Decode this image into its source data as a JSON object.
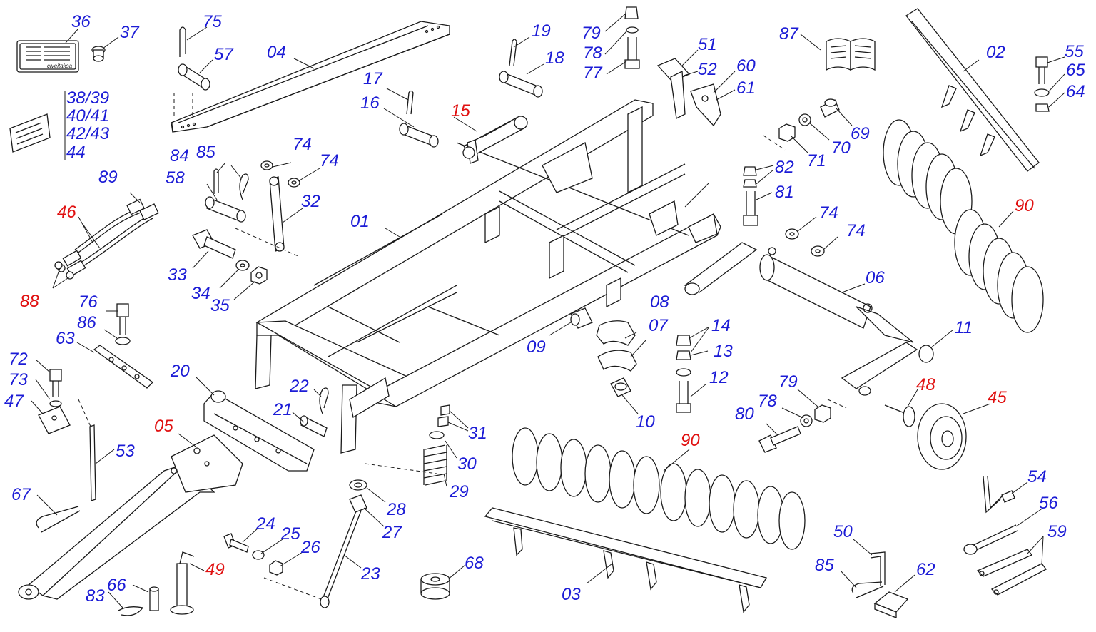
{
  "colors": {
    "blue": "#1c1cd6",
    "red": "#e01010",
    "line": "#1a1a1a"
  },
  "label_plate": {
    "brand": "civeitaksa"
  },
  "stickers": [
    "38/39",
    "40/41",
    "42/43",
    "44"
  ],
  "callouts": [
    {
      "id": "c01",
      "text": "01",
      "color": "blue"
    },
    {
      "id": "c02",
      "text": "02",
      "color": "blue"
    },
    {
      "id": "c03",
      "text": "03",
      "color": "blue"
    },
    {
      "id": "c04",
      "text": "04",
      "color": "blue"
    },
    {
      "id": "c05",
      "text": "05",
      "color": "red"
    },
    {
      "id": "c06",
      "text": "06",
      "color": "blue"
    },
    {
      "id": "c07",
      "text": "07",
      "color": "blue"
    },
    {
      "id": "c08",
      "text": "08",
      "color": "blue"
    },
    {
      "id": "c09",
      "text": "09",
      "color": "blue"
    },
    {
      "id": "c10",
      "text": "10",
      "color": "blue"
    },
    {
      "id": "c11",
      "text": "11",
      "color": "blue"
    },
    {
      "id": "c12",
      "text": "12",
      "color": "blue"
    },
    {
      "id": "c13",
      "text": "13",
      "color": "blue"
    },
    {
      "id": "c14",
      "text": "14",
      "color": "blue"
    },
    {
      "id": "c15",
      "text": "15",
      "color": "red"
    },
    {
      "id": "c16",
      "text": "16",
      "color": "blue"
    },
    {
      "id": "c17",
      "text": "17",
      "color": "blue"
    },
    {
      "id": "c18",
      "text": "18",
      "color": "blue"
    },
    {
      "id": "c19",
      "text": "19",
      "color": "blue"
    },
    {
      "id": "c20",
      "text": "20",
      "color": "blue"
    },
    {
      "id": "c21",
      "text": "21",
      "color": "blue"
    },
    {
      "id": "c22",
      "text": "22",
      "color": "blue"
    },
    {
      "id": "c23",
      "text": "23",
      "color": "blue"
    },
    {
      "id": "c24",
      "text": "24",
      "color": "blue"
    },
    {
      "id": "c25",
      "text": "25",
      "color": "blue"
    },
    {
      "id": "c26",
      "text": "26",
      "color": "blue"
    },
    {
      "id": "c27",
      "text": "27",
      "color": "blue"
    },
    {
      "id": "c28",
      "text": "28",
      "color": "blue"
    },
    {
      "id": "c29",
      "text": "29",
      "color": "blue"
    },
    {
      "id": "c30",
      "text": "30",
      "color": "blue"
    },
    {
      "id": "c31",
      "text": "31",
      "color": "blue"
    },
    {
      "id": "c32",
      "text": "32",
      "color": "blue"
    },
    {
      "id": "c33",
      "text": "33",
      "color": "blue"
    },
    {
      "id": "c34",
      "text": "34",
      "color": "blue"
    },
    {
      "id": "c35",
      "text": "35",
      "color": "blue"
    },
    {
      "id": "c36",
      "text": "36",
      "color": "blue"
    },
    {
      "id": "c37",
      "text": "37",
      "color": "blue"
    },
    {
      "id": "c45",
      "text": "45",
      "color": "red"
    },
    {
      "id": "c46",
      "text": "46",
      "color": "red"
    },
    {
      "id": "c47",
      "text": "47",
      "color": "blue"
    },
    {
      "id": "c48",
      "text": "48",
      "color": "red"
    },
    {
      "id": "c49",
      "text": "49",
      "color": "red"
    },
    {
      "id": "c50",
      "text": "50",
      "color": "blue"
    },
    {
      "id": "c51",
      "text": "51",
      "color": "blue"
    },
    {
      "id": "c52",
      "text": "52",
      "color": "blue"
    },
    {
      "id": "c53",
      "text": "53",
      "color": "blue"
    },
    {
      "id": "c54",
      "text": "54",
      "color": "blue"
    },
    {
      "id": "c55",
      "text": "55",
      "color": "blue"
    },
    {
      "id": "c56",
      "text": "56",
      "color": "blue"
    },
    {
      "id": "c57",
      "text": "57",
      "color": "blue"
    },
    {
      "id": "c58",
      "text": "58",
      "color": "blue"
    },
    {
      "id": "c59",
      "text": "59",
      "color": "blue"
    },
    {
      "id": "c60",
      "text": "60",
      "color": "blue"
    },
    {
      "id": "c61",
      "text": "61",
      "color": "blue"
    },
    {
      "id": "c62",
      "text": "62",
      "color": "blue"
    },
    {
      "id": "c63",
      "text": "63",
      "color": "blue"
    },
    {
      "id": "c64",
      "text": "64",
      "color": "blue"
    },
    {
      "id": "c65",
      "text": "65",
      "color": "blue"
    },
    {
      "id": "c66",
      "text": "66",
      "color": "blue"
    },
    {
      "id": "c67",
      "text": "67",
      "color": "blue"
    },
    {
      "id": "c68",
      "text": "68",
      "color": "blue"
    },
    {
      "id": "c69",
      "text": "69",
      "color": "blue"
    },
    {
      "id": "c70",
      "text": "70",
      "color": "blue"
    },
    {
      "id": "c71",
      "text": "71",
      "color": "blue"
    },
    {
      "id": "c72",
      "text": "72",
      "color": "blue"
    },
    {
      "id": "c73",
      "text": "73",
      "color": "blue"
    },
    {
      "id": "c74a",
      "text": "74",
      "color": "blue"
    },
    {
      "id": "c74b",
      "text": "74",
      "color": "blue"
    },
    {
      "id": "c74c",
      "text": "74",
      "color": "blue"
    },
    {
      "id": "c74d",
      "text": "74",
      "color": "blue"
    },
    {
      "id": "c75",
      "text": "75",
      "color": "blue"
    },
    {
      "id": "c76",
      "text": "76",
      "color": "blue"
    },
    {
      "id": "c77",
      "text": "77",
      "color": "blue"
    },
    {
      "id": "c78a",
      "text": "78",
      "color": "blue"
    },
    {
      "id": "c78b",
      "text": "78",
      "color": "blue"
    },
    {
      "id": "c79a",
      "text": "79",
      "color": "blue"
    },
    {
      "id": "c79b",
      "text": "79",
      "color": "blue"
    },
    {
      "id": "c80",
      "text": "80",
      "color": "blue"
    },
    {
      "id": "c81",
      "text": "81",
      "color": "blue"
    },
    {
      "id": "c82",
      "text": "82",
      "color": "blue"
    },
    {
      "id": "c83",
      "text": "83",
      "color": "blue"
    },
    {
      "id": "c84",
      "text": "84",
      "color": "blue"
    },
    {
      "id": "c85a",
      "text": "85",
      "color": "blue"
    },
    {
      "id": "c85b",
      "text": "85",
      "color": "blue"
    },
    {
      "id": "c86",
      "text": "86",
      "color": "blue"
    },
    {
      "id": "c87",
      "text": "87",
      "color": "blue"
    },
    {
      "id": "c88",
      "text": "88",
      "color": "red"
    },
    {
      "id": "c89",
      "text": "89",
      "color": "blue"
    },
    {
      "id": "c90a",
      "text": "90",
      "color": "red"
    },
    {
      "id": "c90b",
      "text": "90",
      "color": "red"
    }
  ]
}
